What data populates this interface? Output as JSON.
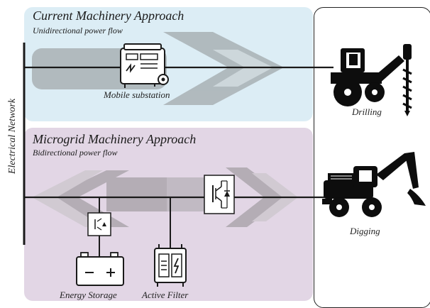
{
  "current": {
    "title": "Current Machinery Approach",
    "subtitle": "Unidirectional power flow",
    "substation_label": "Mobile substation"
  },
  "microgrid": {
    "title": "Microgrid Machinery Approach",
    "subtitle": "Bidirectional power flow",
    "storage_label": "Energy Storage",
    "filter_label": "Active Filter"
  },
  "network_label": "Electrical Network",
  "machines": {
    "drilling_label": "Drilling",
    "digging_label": "Digging"
  },
  "colors": {
    "top_panel": "#dcedf5",
    "bottom_panel": "#e2d6e5",
    "arrow": "#9a9a9a",
    "line": "#1a1a1a"
  }
}
